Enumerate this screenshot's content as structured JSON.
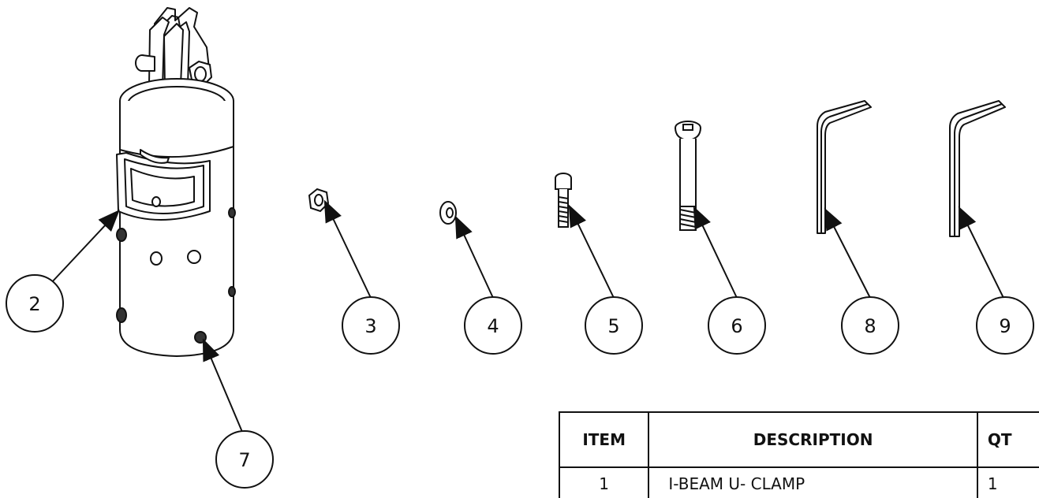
{
  "callouts": [
    {
      "id": "callout-2",
      "label": "2"
    },
    {
      "id": "callout-3",
      "label": "3"
    },
    {
      "id": "callout-4",
      "label": "4"
    },
    {
      "id": "callout-5",
      "label": "5"
    },
    {
      "id": "callout-6",
      "label": "6"
    },
    {
      "id": "callout-8",
      "label": "8"
    },
    {
      "id": "callout-9",
      "label": "9"
    },
    {
      "id": "callout-7",
      "label": "7"
    }
  ],
  "bom": {
    "headers": {
      "item": "ITEM",
      "description": "DESCRIPTION",
      "qty": "QT"
    },
    "rows": [
      {
        "item": "1",
        "description": "I-BEAM U- CLAMP",
        "qty": "1"
      }
    ]
  }
}
